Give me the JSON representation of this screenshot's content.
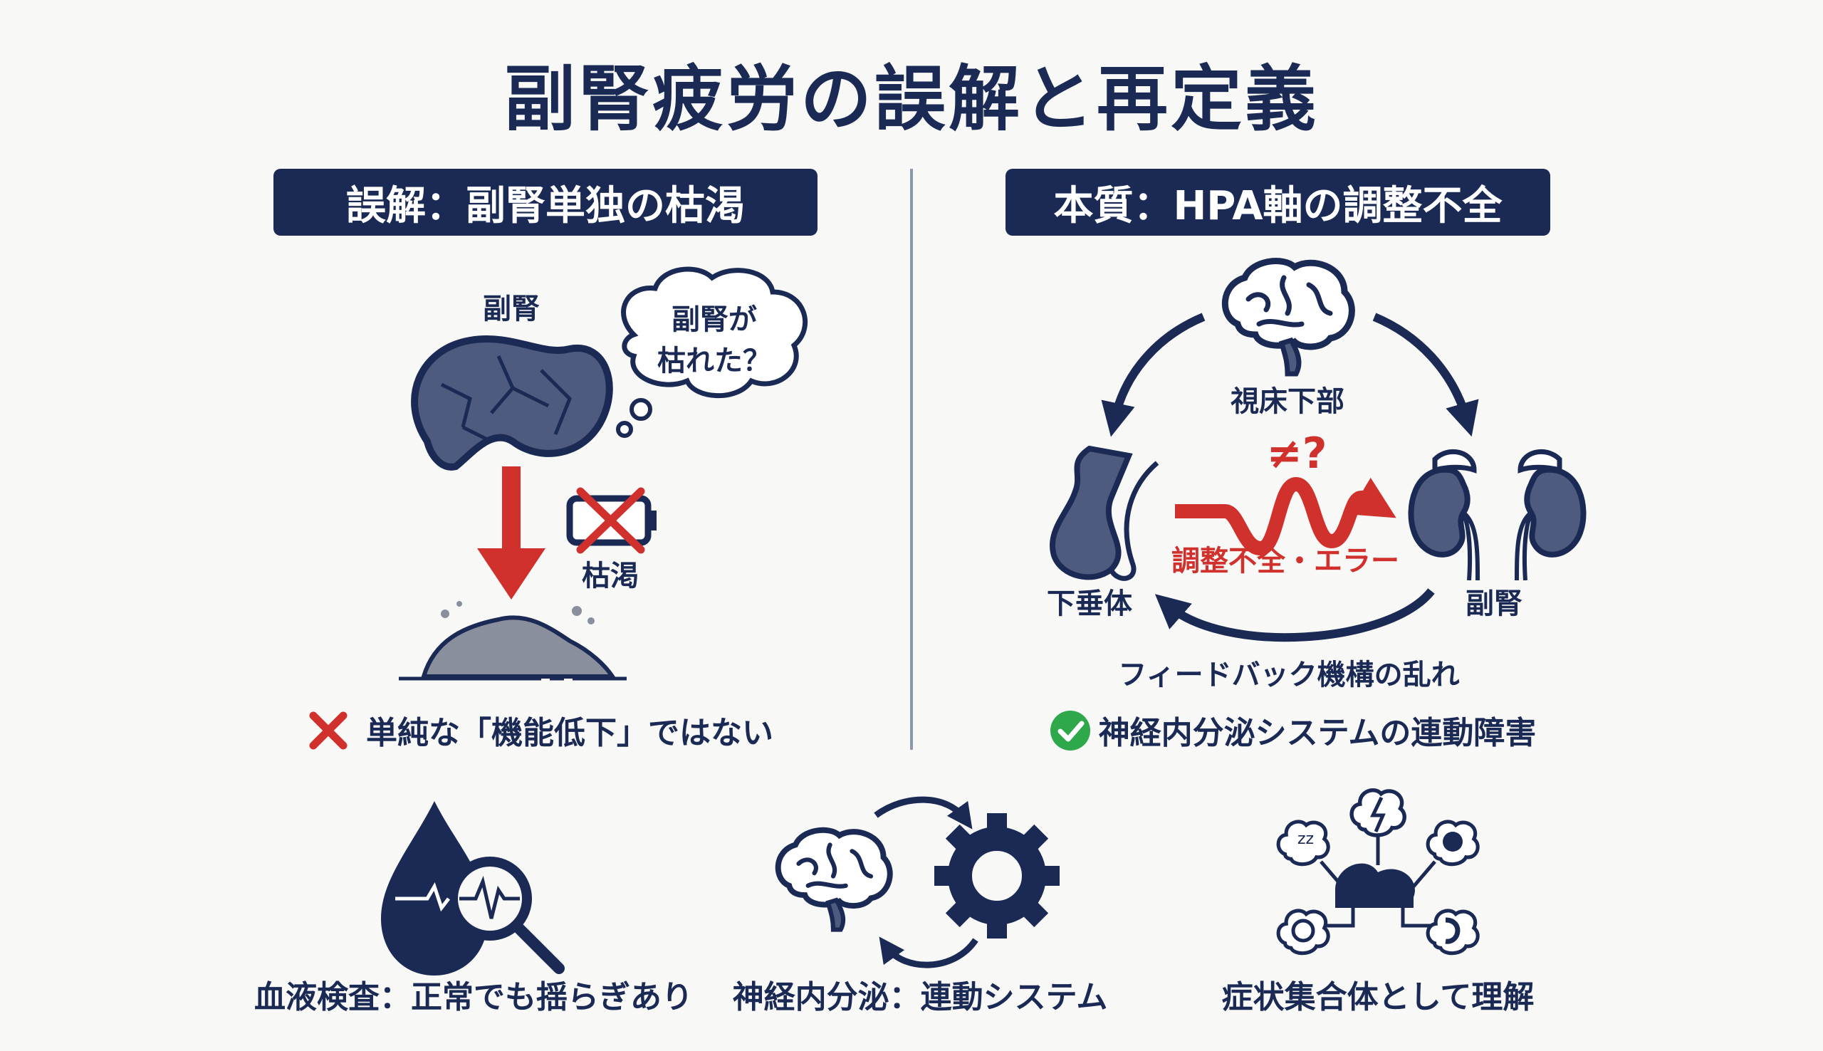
{
  "title": "副腎疲労の誤解と再定義",
  "left_panel": {
    "header": "誤解：副腎単独の枯渇",
    "organ_label": "副腎",
    "thought_line1": "副腎が",
    "thought_line2": "枯れた？",
    "battery_label": "枯渇",
    "summary_icon": "red-x-icon",
    "summary": "単純な「機能低下」ではない"
  },
  "right_panel": {
    "header": "本質：HPA軸の調整不全",
    "hypothalamus_label": "視床下部",
    "pituitary_label": "下垂体",
    "adrenal_label": "副腎",
    "mismatch_symbol": "≠?",
    "error_label": "調整不全・エラー",
    "feedback_label": "フィードバック機構の乱れ",
    "summary_icon": "green-check-icon",
    "summary": "神経内分泌システムの連動障害"
  },
  "bottom_row": [
    {
      "icon": "blood-drop-magnifier-icon",
      "label": "血液検査：正常でも揺らぎあり"
    },
    {
      "icon": "brain-gear-cycle-icon",
      "label": "神経内分泌：連動システム"
    },
    {
      "icon": "symptom-cluster-icon",
      "label": "症状集合体として理解"
    }
  ],
  "colors": {
    "navy": "#1a2a55",
    "red": "#d0312d",
    "green": "#2ea84a",
    "organ": "#4f5b7e",
    "background": "#f8f8f6"
  }
}
